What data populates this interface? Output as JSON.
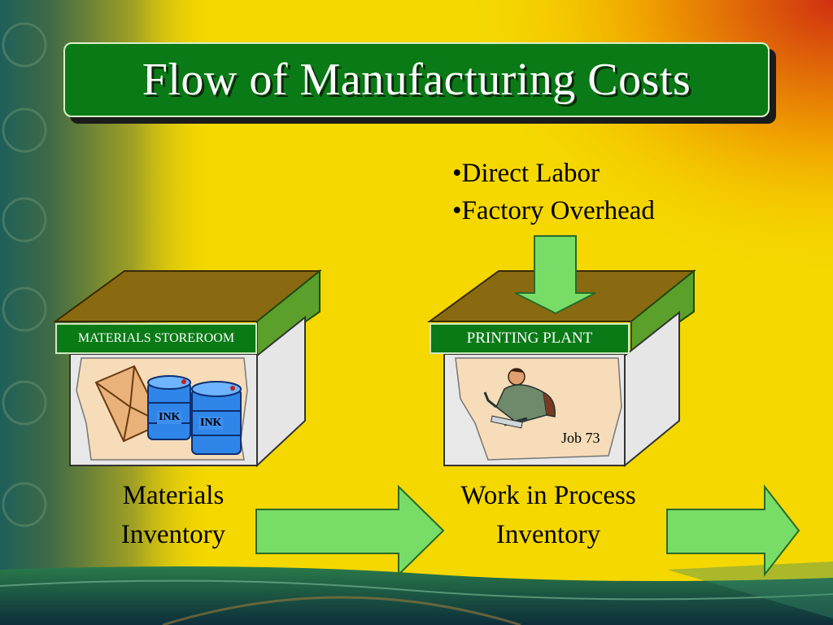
{
  "title": "Flow of Manufacturing Costs",
  "bullets": [
    "•Direct Labor",
    "•Factory Overhead"
  ],
  "storeroom": {
    "label": "MATERIALS STOREROOM",
    "ink_labels": [
      "INK",
      "INK"
    ]
  },
  "plant": {
    "label": "PRINTING PLANT",
    "job": "Job 73"
  },
  "captions": {
    "materials": [
      "Materials",
      "Inventory"
    ],
    "wip": [
      "Work in Process",
      "Inventory"
    ]
  },
  "colors": {
    "background": "#f5d800",
    "title_box": "#0a7a16",
    "arrow": "#77dd66",
    "roof": "#8a6a10"
  },
  "icons": [
    "envelope-icon",
    "ink-barrel-icon",
    "worker-icon"
  ]
}
